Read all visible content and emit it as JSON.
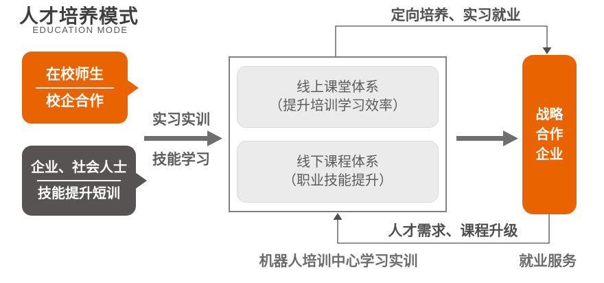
{
  "title": {
    "main": "人才培养模式",
    "subtitle": "EDUCATION MODE"
  },
  "colors": {
    "accent_orange": "#E96300",
    "dark_gray_box": "#575352",
    "connector_gray": "#6F6F6F",
    "course_fill": "#EBEBEB"
  },
  "left_boxes": [
    {
      "line1": "在校师生",
      "line2": "校企合作"
    },
    {
      "line1": "企业、社会人士",
      "line2": "技能提升短训"
    }
  ],
  "middle_arrow": {
    "top_label": "实习实训",
    "bottom_label": "技能学习"
  },
  "center_box": {
    "items": [
      {
        "title": "线上课堂体系",
        "subtitle": "（提升培训学习效率）"
      },
      {
        "title": "线下课程体系",
        "subtitle": "（职业技能提升）"
      }
    ],
    "caption": "机器人培训中心学习实训"
  },
  "right_box": {
    "lines": [
      "战略",
      "合作",
      "企业"
    ],
    "caption": "就业服务"
  },
  "flows": {
    "top": "定向培养、实习就业",
    "bottom": "人才需求、课程升级"
  }
}
